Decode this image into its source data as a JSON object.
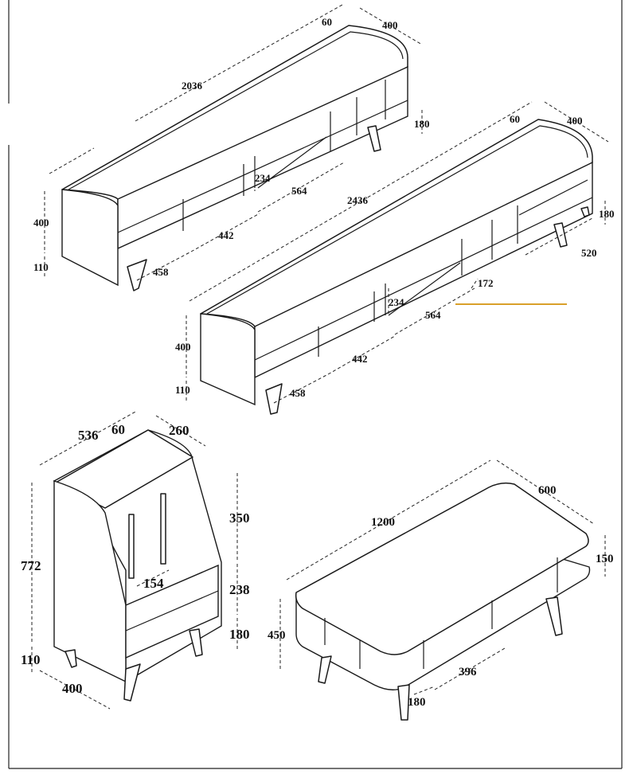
{
  "colors": {
    "line": "#1a1a1a",
    "background": "#ffffff",
    "accent": "#d9a02a"
  },
  "tv_cabinet_2036": {
    "length": "2036",
    "depth": "400",
    "top_rail": "60",
    "height": "400",
    "leg_height": "110",
    "compartment_height": "234",
    "compartment_width": "564",
    "drawer_width": "442",
    "door_width": "458",
    "end_shelf_height": "180"
  },
  "tv_cabinet_2436": {
    "length": "2436",
    "depth": "400",
    "top_rail": "60",
    "height": "400",
    "leg_height": "110",
    "compartment_height": "234",
    "compartment_width": "564",
    "drawer_width": "442",
    "door_width": "458",
    "end_shelf_height": "180",
    "end_module_width": "520",
    "shelf_gap": "172"
  },
  "side_cabinet": {
    "width": "536",
    "top_rail": "60",
    "top_depth": "260",
    "total_height": "772",
    "upper_opening": "350",
    "drawer_height": "238",
    "lower_drawer": "180",
    "leg_height": "110",
    "depth": "400",
    "divider_gap": "154"
  },
  "coffee_table": {
    "length": "1200",
    "width": "600",
    "top_thickness": "150",
    "height": "450",
    "compartment_width": "396",
    "leg_offset": "180"
  }
}
